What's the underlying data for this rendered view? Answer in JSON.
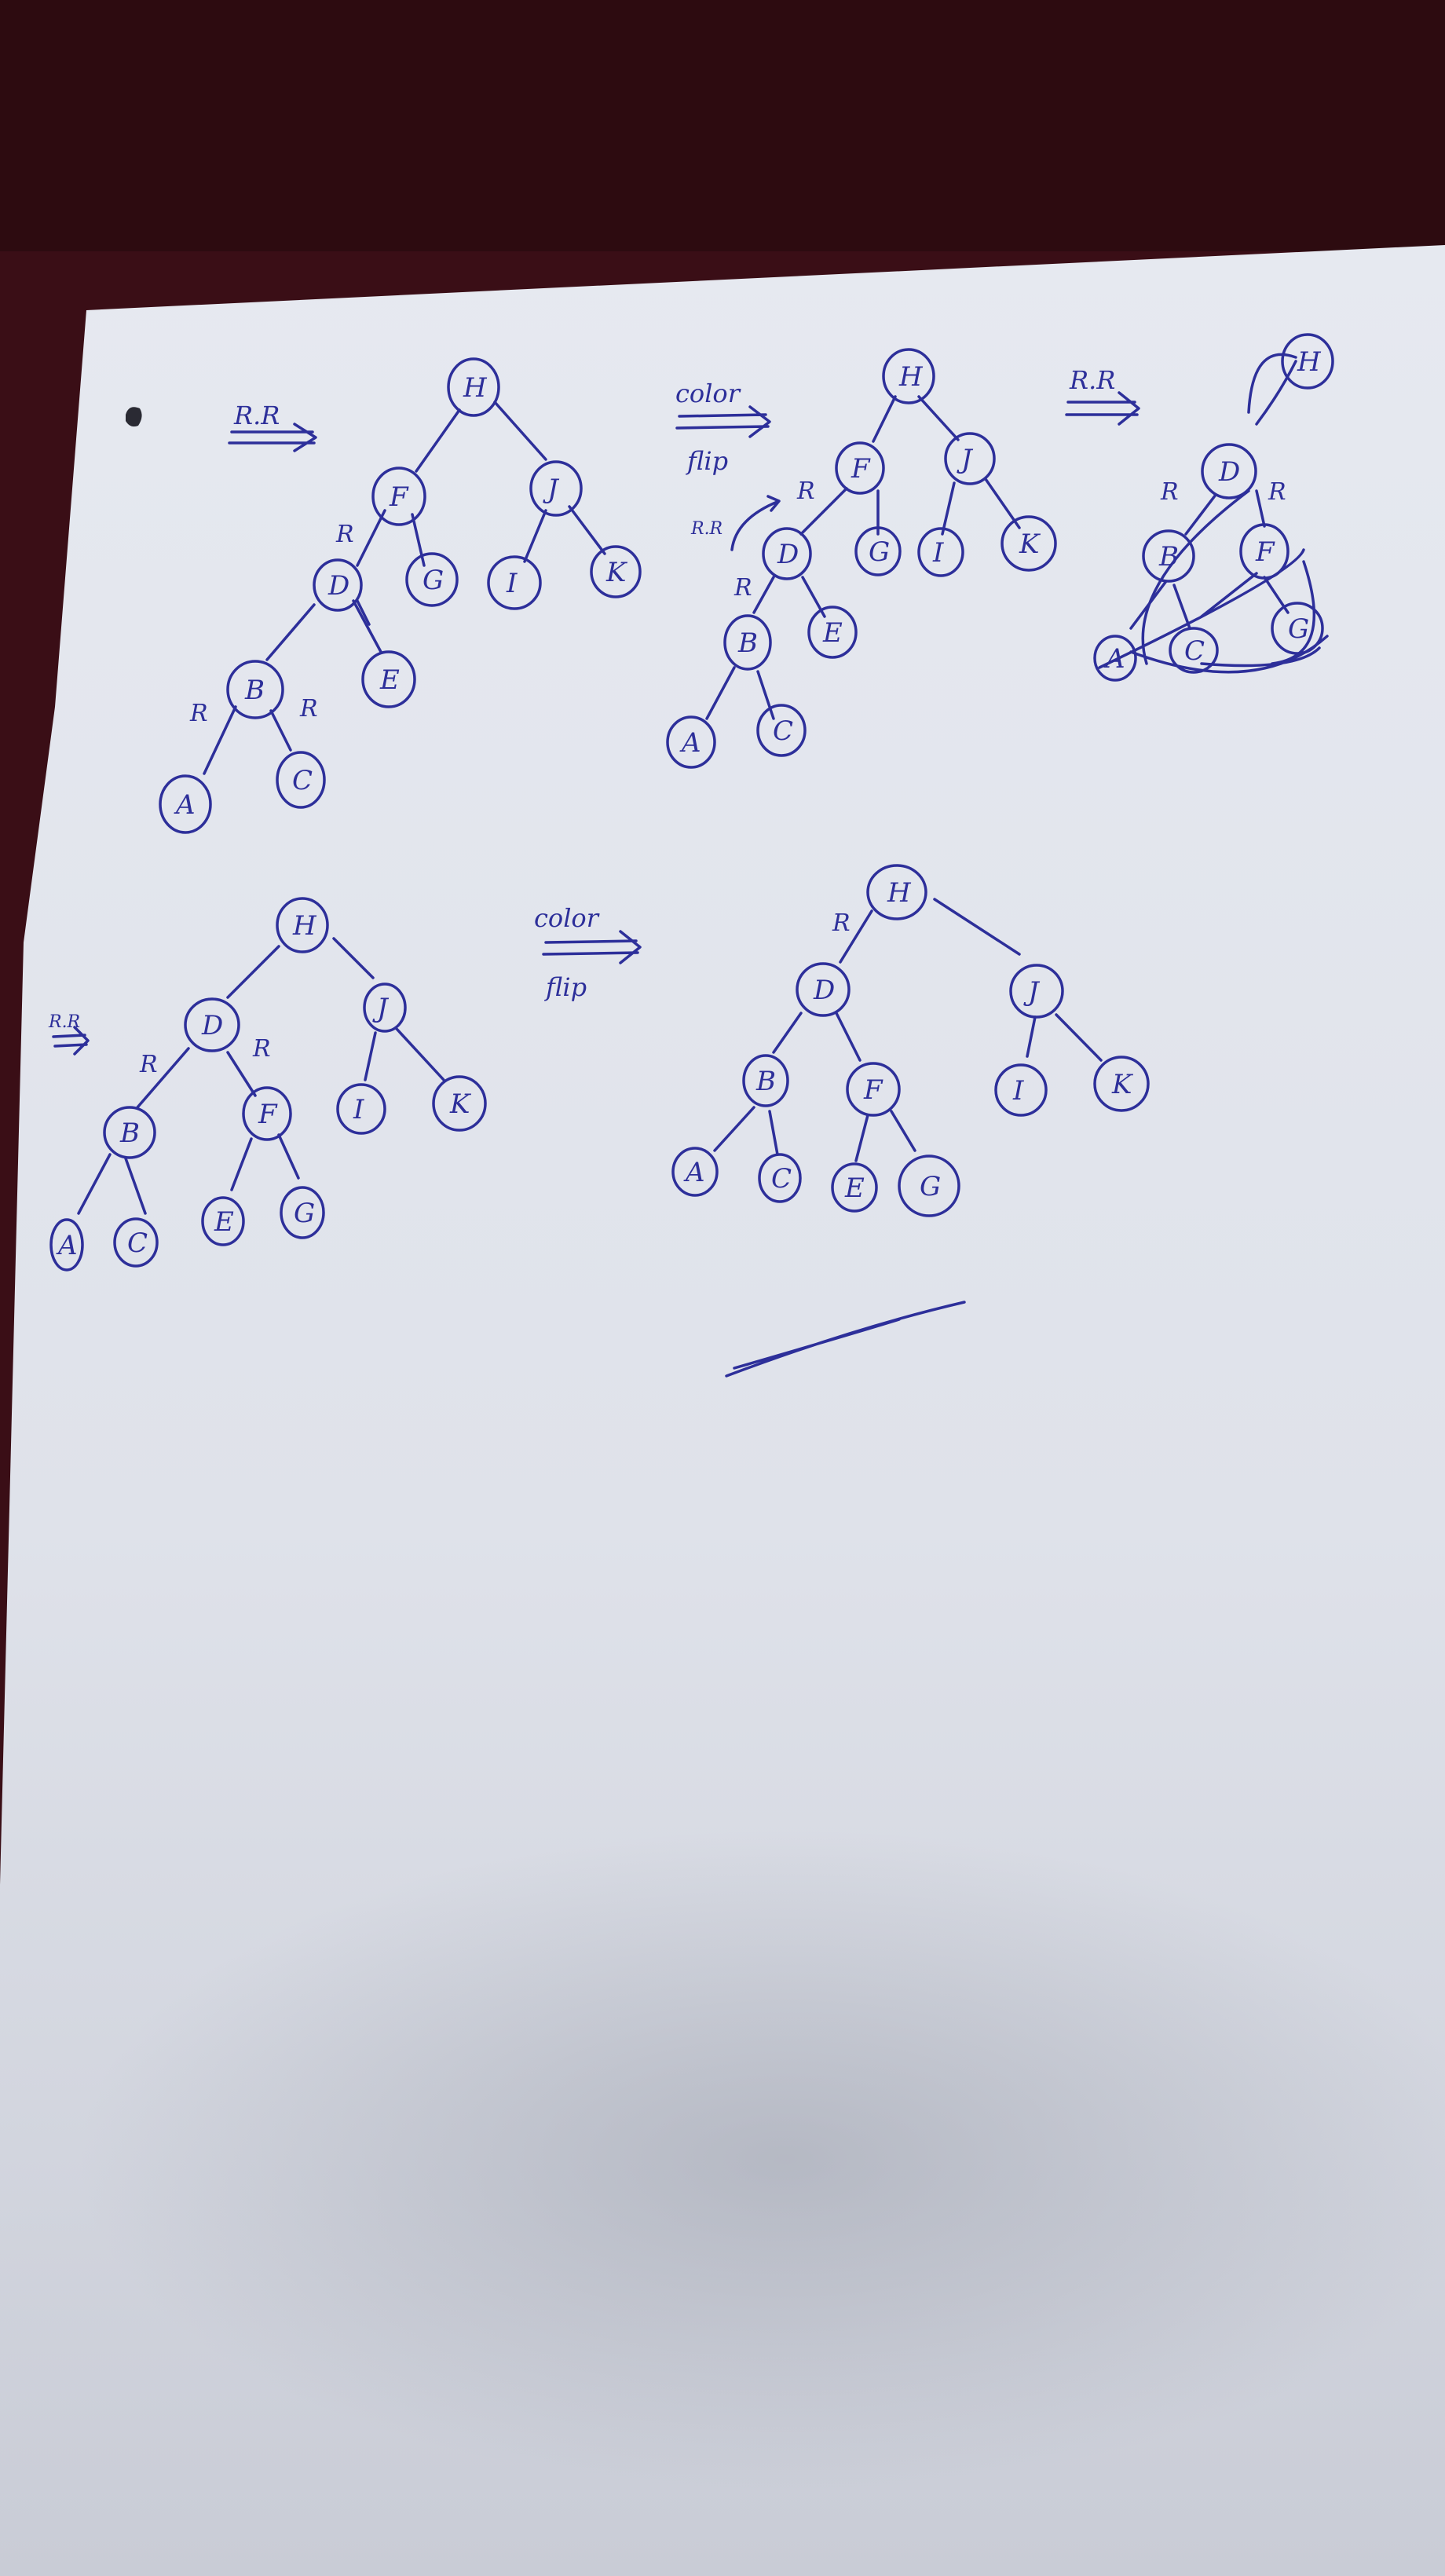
{
  "ink_color": "#2d2f9a",
  "paper_color": "#e4e7ee",
  "background_color": "#3a0e16",
  "arrows": [
    {
      "label_top": "R.R",
      "label_bottom": ""
    },
    {
      "label_top": "color",
      "label_bottom": "flip"
    },
    {
      "label_top": "R.R",
      "label_bottom": ""
    },
    {
      "label_top": "R.R",
      "label_bottom": ""
    },
    {
      "label_top": "color",
      "label_bottom": "flip"
    }
  ],
  "trees": [
    {
      "name": "tree-1",
      "nodes": [
        "H",
        "F",
        "J",
        "D",
        "G",
        "I",
        "K",
        "B",
        "E",
        "A",
        "C"
      ],
      "edges": [
        [
          "H",
          "F"
        ],
        [
          "H",
          "J"
        ],
        [
          "F",
          "D"
        ],
        [
          "F",
          "G"
        ],
        [
          "J",
          "I"
        ],
        [
          "J",
          "K"
        ],
        [
          "D",
          "B"
        ],
        [
          "D",
          "E"
        ],
        [
          "B",
          "A"
        ],
        [
          "B",
          "C"
        ]
      ],
      "edge_labels": [
        "R",
        "R",
        "R"
      ]
    },
    {
      "name": "tree-2",
      "nodes": [
        "H",
        "F",
        "J",
        "D",
        "G",
        "I",
        "K",
        "B",
        "E",
        "A",
        "C"
      ],
      "edges": [
        [
          "H",
          "F"
        ],
        [
          "H",
          "J"
        ],
        [
          "F",
          "D"
        ],
        [
          "F",
          "G"
        ],
        [
          "J",
          "I"
        ],
        [
          "J",
          "K"
        ],
        [
          "D",
          "B"
        ],
        [
          "D",
          "E"
        ],
        [
          "B",
          "A"
        ],
        [
          "B",
          "C"
        ]
      ],
      "edge_labels": [
        "R",
        "R"
      ],
      "annotation": "R.R"
    },
    {
      "name": "tree-3",
      "nodes": [
        "H",
        "D",
        "B",
        "F",
        "A",
        "C",
        "G"
      ],
      "edge_labels": [
        "R",
        "R"
      ]
    },
    {
      "name": "tree-4",
      "nodes": [
        "H",
        "D",
        "J",
        "B",
        "F",
        "I",
        "K",
        "A",
        "C",
        "E",
        "G"
      ],
      "edges": [
        [
          "H",
          "D"
        ],
        [
          "H",
          "J"
        ],
        [
          "D",
          "B"
        ],
        [
          "D",
          "F"
        ],
        [
          "J",
          "I"
        ],
        [
          "J",
          "K"
        ],
        [
          "B",
          "A"
        ],
        [
          "B",
          "C"
        ],
        [
          "F",
          "E"
        ],
        [
          "F",
          "G"
        ]
      ],
      "edge_labels": [
        "R",
        "R"
      ]
    },
    {
      "name": "tree-5",
      "nodes": [
        "H",
        "D",
        "J",
        "B",
        "F",
        "I",
        "K",
        "A",
        "C",
        "E",
        "G"
      ],
      "edges": [
        [
          "H",
          "D"
        ],
        [
          "H",
          "J"
        ],
        [
          "D",
          "B"
        ],
        [
          "D",
          "F"
        ],
        [
          "J",
          "I"
        ],
        [
          "J",
          "K"
        ],
        [
          "B",
          "A"
        ],
        [
          "B",
          "C"
        ],
        [
          "F",
          "E"
        ],
        [
          "F",
          "G"
        ]
      ],
      "edge_labels": [
        "R"
      ]
    }
  ]
}
